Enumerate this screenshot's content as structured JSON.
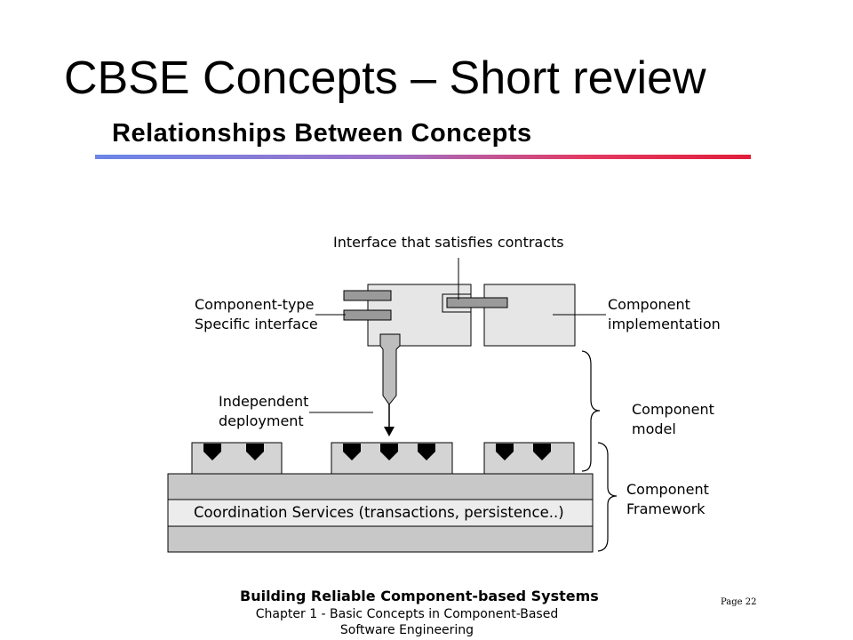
{
  "slide": {
    "title": "CBSE Concepts – Short review",
    "subtitle": "Relationships Between Concepts"
  },
  "diagram": {
    "labels": {
      "interface_contracts": "Interface that satisfies contracts",
      "component_type_line1": "Component-type",
      "component_type_line2": "Specific interface",
      "component_impl_line1": "Component",
      "component_impl_line2": "implementation",
      "independent_line1": "Independent",
      "independent_line2": "deployment",
      "component_model_line1": "Component",
      "component_model_line2": "model",
      "component_framework_line1": "Component",
      "component_framework_line2": "Framework",
      "coordination_services": "Coordination Services  (transactions,  persistence..)"
    }
  },
  "footer": {
    "title": "Building Reliable Component-based Systems",
    "chapter": "Chapter 1 -  Basic Concepts in Component-Based Software Engineering",
    "page": "Page 22"
  }
}
